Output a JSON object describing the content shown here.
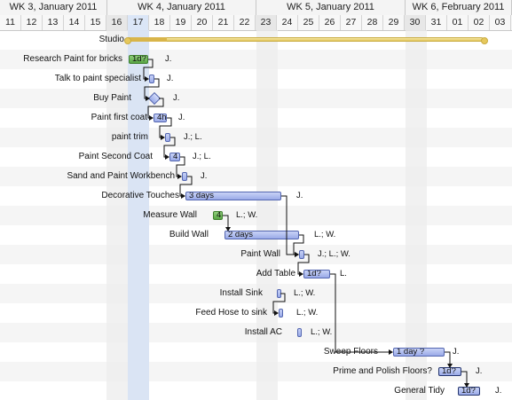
{
  "weeks": [
    "WK 3, January 2011",
    "WK 4, January 2011",
    "WK 5, January 2011",
    "WK 6, February 2011"
  ],
  "days": [
    "11",
    "12",
    "13",
    "14",
    "15",
    "16",
    "17",
    "18",
    "19",
    "20",
    "21",
    "22",
    "23",
    "24",
    "25",
    "26",
    "27",
    "28",
    "29",
    "30",
    "31",
    "01",
    "02",
    "03"
  ],
  "tasks": [
    {
      "name": "Studio",
      "bar": "",
      "resource": ""
    },
    {
      "name": "Research Paint for bricks",
      "bar": "1d?",
      "resource": "J."
    },
    {
      "name": "Talk to paint specialist",
      "bar": "",
      "resource": "J."
    },
    {
      "name": "Buy Paint",
      "bar": "",
      "resource": "J."
    },
    {
      "name": "Paint first coat",
      "bar": "4h",
      "resource": "J."
    },
    {
      "name": "paint trim",
      "bar": "",
      "resource": "J.; L."
    },
    {
      "name": "Paint Second Coat",
      "bar": "4",
      "resource": "J.; L."
    },
    {
      "name": "Sand and Paint Workbench",
      "bar": "",
      "resource": "J."
    },
    {
      "name": "Decorative Touches",
      "bar": "3 days",
      "resource": "J."
    },
    {
      "name": "Measure Wall",
      "bar": "4",
      "resource": "L.; W."
    },
    {
      "name": "Build Wall",
      "bar": "2 days",
      "resource": "L.; W."
    },
    {
      "name": "Paint Wall",
      "bar": "",
      "resource": "J.; L.; W."
    },
    {
      "name": "Add Table",
      "bar": "1d?",
      "resource": "L."
    },
    {
      "name": "Install Sink",
      "bar": "",
      "resource": "L.; W."
    },
    {
      "name": "Feed Hose to sink",
      "bar": "",
      "resource": "L.; W."
    },
    {
      "name": "Install AC",
      "bar": "",
      "resource": "L.; W."
    },
    {
      "name": "Sweep Floors",
      "bar": "1 day ?",
      "resource": "J."
    },
    {
      "name": "Prime and Polish Floors?",
      "bar": "1d?",
      "resource": "J."
    },
    {
      "name": "General Tidy",
      "bar": "1d?",
      "resource": "J."
    }
  ],
  "colors": {
    "bar_fill": "#a7b5ec",
    "bar_border": "#5366b0",
    "milestone_green": "#6cba57",
    "summary": "#e4c75d",
    "today_column": "#d6e2f5",
    "weekend_column": "#e7e7e7"
  }
}
